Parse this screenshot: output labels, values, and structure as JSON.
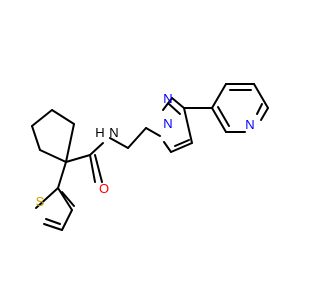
{
  "molecule": {
    "atoms": {
      "pyridine_n": {
        "symbol": "N",
        "color": "#0000ff"
      },
      "pyrazole_n2": {
        "symbol": "N",
        "color": "#0000ff"
      },
      "pyrazole_n1": {
        "symbol": "N",
        "color": "#0000ff"
      },
      "amide_n": {
        "symbol": "N",
        "color": "#000000"
      },
      "amide_h": {
        "symbol": "H",
        "color": "#000000"
      },
      "carbonyl_o": {
        "symbol": "O",
        "color": "#ff0000"
      },
      "thiophene_s": {
        "symbol": "S",
        "color": "#c8a000"
      }
    }
  }
}
